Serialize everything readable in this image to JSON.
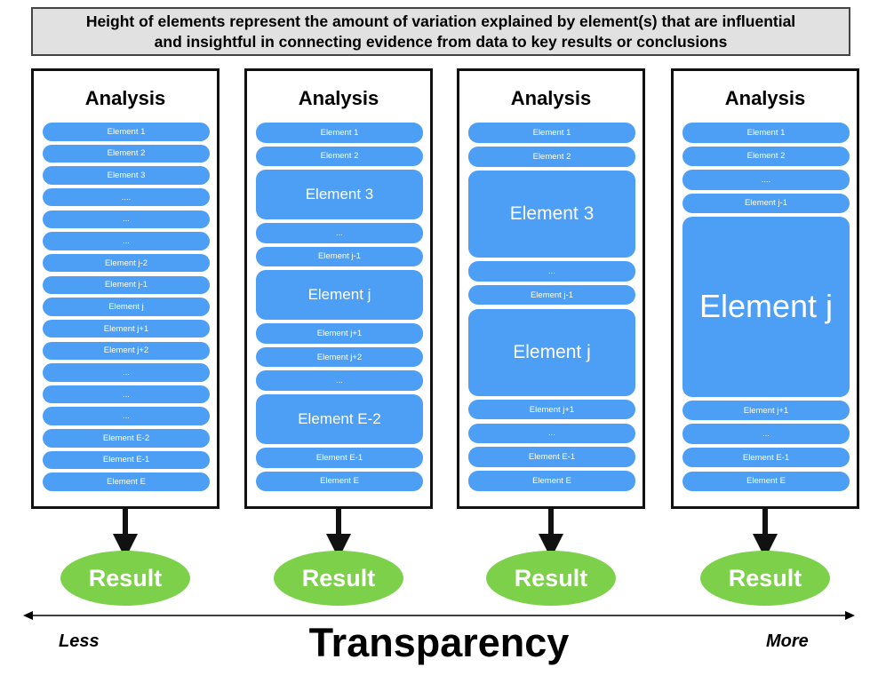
{
  "header": {
    "line1": "Height of elements represent the amount of variation explained by element(s) that are influential",
    "line2": "and insightful in connecting evidence from data to key results or conclusions"
  },
  "panels": [
    {
      "title": "Analysis",
      "elements": [
        {
          "label": "Element 1",
          "size": "small"
        },
        {
          "label": "Element 2",
          "size": "small"
        },
        {
          "label": "Element 3",
          "size": "small"
        },
        {
          "label": "....",
          "size": "small"
        },
        {
          "label": "...",
          "size": "small"
        },
        {
          "label": "...",
          "size": "small"
        },
        {
          "label": "Element j-2",
          "size": "small"
        },
        {
          "label": "Element j-1",
          "size": "small"
        },
        {
          "label": "Element j",
          "size": "small"
        },
        {
          "label": "Element j+1",
          "size": "small"
        },
        {
          "label": "Element j+2",
          "size": "small"
        },
        {
          "label": "...",
          "size": "small"
        },
        {
          "label": "...",
          "size": "small"
        },
        {
          "label": "...",
          "size": "small"
        },
        {
          "label": "Element E-2",
          "size": "small"
        },
        {
          "label": "Element E-1",
          "size": "small"
        },
        {
          "label": "Element E",
          "size": "small"
        }
      ],
      "result": "Result"
    },
    {
      "title": "Analysis",
      "elements": [
        {
          "label": "Element 1",
          "size": "small"
        },
        {
          "label": "Element 2",
          "size": "small"
        },
        {
          "label": "Element 3",
          "size": "medium"
        },
        {
          "label": "...",
          "size": "small"
        },
        {
          "label": "Element j-1",
          "size": "small"
        },
        {
          "label": "Element j",
          "size": "medium"
        },
        {
          "label": "Element j+1",
          "size": "small"
        },
        {
          "label": "Element j+2",
          "size": "small"
        },
        {
          "label": "...",
          "size": "small"
        },
        {
          "label": "Element E-2",
          "size": "medium"
        },
        {
          "label": "Element E-1",
          "size": "small"
        },
        {
          "label": "Element E",
          "size": "small"
        }
      ],
      "result": "Result"
    },
    {
      "title": "Analysis",
      "elements": [
        {
          "label": "Element 1",
          "size": "small"
        },
        {
          "label": "Element 2",
          "size": "small"
        },
        {
          "label": "Element 3",
          "size": "large"
        },
        {
          "label": "...",
          "size": "small"
        },
        {
          "label": "Element j-1",
          "size": "small"
        },
        {
          "label": "Element j",
          "size": "large"
        },
        {
          "label": "Element j+1",
          "size": "small"
        },
        {
          "label": "...",
          "size": "small"
        },
        {
          "label": "Element E-1",
          "size": "small"
        },
        {
          "label": "Element E",
          "size": "small"
        }
      ],
      "result": "Result"
    },
    {
      "title": "Analysis",
      "elements": [
        {
          "label": "Element 1",
          "size": "small"
        },
        {
          "label": "Element 2",
          "size": "small"
        },
        {
          "label": "....",
          "size": "small"
        },
        {
          "label": "Element j-1",
          "size": "small"
        },
        {
          "label": "Element j",
          "size": "xlarge"
        },
        {
          "label": "Element j+1",
          "size": "small"
        },
        {
          "label": "...",
          "size": "small"
        },
        {
          "label": "Element E-1",
          "size": "small"
        },
        {
          "label": "Element E",
          "size": "small"
        }
      ],
      "result": "Result"
    }
  ],
  "axis": {
    "title": "Transparency",
    "left_label": "Less",
    "right_label": "More"
  }
}
